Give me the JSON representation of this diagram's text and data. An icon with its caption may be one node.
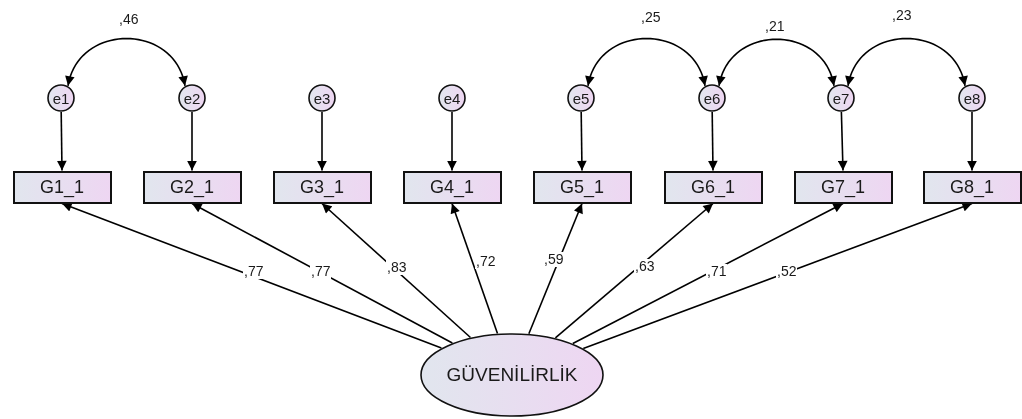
{
  "diagram": {
    "nodes": [
      {
        "text": [
          "e1"
        ]
      },
      {
        "text": [
          "e2"
        ]
      },
      {
        "text": [
          "e3"
        ]
      },
      {
        "text": [
          "e4"
        ]
      },
      {
        "text": [
          "e5"
        ]
      },
      {
        "text": [
          "e6"
        ]
      },
      {
        "text": [
          "e7"
        ]
      },
      {
        "text": [
          "e8"
        ]
      },
      {
        "text": [
          "G1_1"
        ]
      },
      {
        "text": [
          "G2_1"
        ]
      },
      {
        "text": [
          "G3_1"
        ]
      },
      {
        "text": [
          "G4_1"
        ]
      },
      {
        "text": [
          "G5_1"
        ]
      },
      {
        "text": [
          "G6_1"
        ]
      },
      {
        "text": [
          "G7_1"
        ]
      },
      {
        "text": [
          "G8_1"
        ]
      },
      {
        "text": [
          "GÜVENİLİRLİK"
        ]
      }
    ],
    "edges": [
      {
        "from": 0,
        "to": 1,
        "arrow": "both",
        "label": ",46"
      },
      {
        "from": 4,
        "to": 5,
        "arrow": "both",
        "label": ",25"
      },
      {
        "from": 5,
        "to": 6,
        "arrow": "both",
        "label": ",21"
      },
      {
        "from": 6,
        "to": 7,
        "arrow": "both",
        "label": ",23"
      },
      {
        "from": 0,
        "to": 8,
        "arrow": "to"
      },
      {
        "from": 1,
        "to": 9,
        "arrow": "to"
      },
      {
        "from": 2,
        "to": 10,
        "arrow": "to"
      },
      {
        "from": 3,
        "to": 11,
        "arrow": "to"
      },
      {
        "from": 4,
        "to": 12,
        "arrow": "to"
      },
      {
        "from": 5,
        "to": 13,
        "arrow": "to"
      },
      {
        "from": 6,
        "to": 14,
        "arrow": "to"
      },
      {
        "from": 7,
        "to": 15,
        "arrow": "to"
      },
      {
        "from": 16,
        "to": 8,
        "arrow": "to",
        "label": ",77"
      },
      {
        "from": 16,
        "to": 9,
        "arrow": "to",
        "label": ",77"
      },
      {
        "from": 16,
        "to": 10,
        "arrow": "to",
        "label": ",83"
      },
      {
        "from": 16,
        "to": 11,
        "arrow": "to",
        "label": ",72"
      },
      {
        "from": 16,
        "to": 12,
        "arrow": "to",
        "label": ",59"
      },
      {
        "from": 16,
        "to": 13,
        "arrow": "to",
        "label": ",63"
      },
      {
        "from": 16,
        "to": 14,
        "arrow": "to",
        "label": ",71"
      },
      {
        "from": 16,
        "to": 15,
        "arrow": "to",
        "label": ",52"
      }
    ]
  }
}
